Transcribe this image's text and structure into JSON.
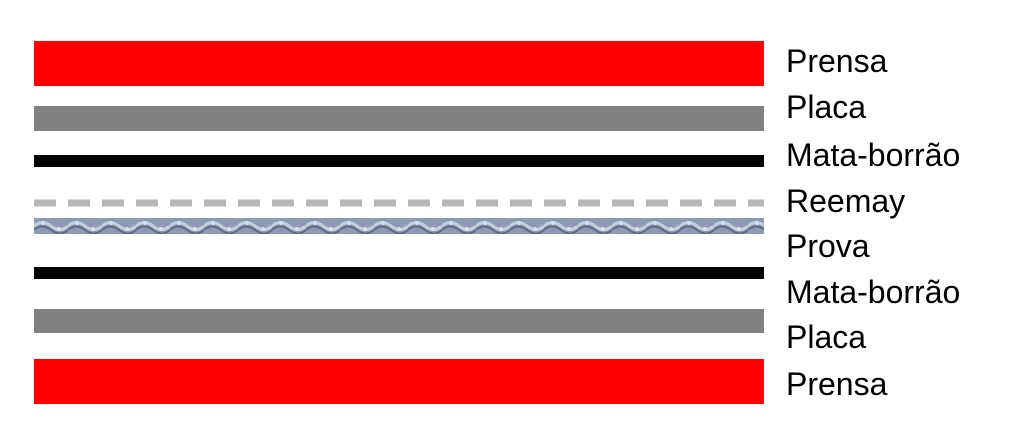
{
  "layers": [
    {
      "label": "Prensa",
      "kind": "solid",
      "color": "#ff0000"
    },
    {
      "label": "Placa",
      "kind": "solid",
      "color": "#808080"
    },
    {
      "label": "Mata-borrão",
      "kind": "solid",
      "color": "#000000"
    },
    {
      "label": "Reemay",
      "kind": "dashed",
      "color": "#b7b7b7"
    },
    {
      "label": "Prova",
      "kind": "textured",
      "color": "#8c9bb3"
    },
    {
      "label": "Mata-borrão",
      "kind": "solid",
      "color": "#000000"
    },
    {
      "label": "Placa",
      "kind": "solid",
      "color": "#808080"
    },
    {
      "label": "Prensa",
      "kind": "solid",
      "color": "#ff0000"
    }
  ]
}
